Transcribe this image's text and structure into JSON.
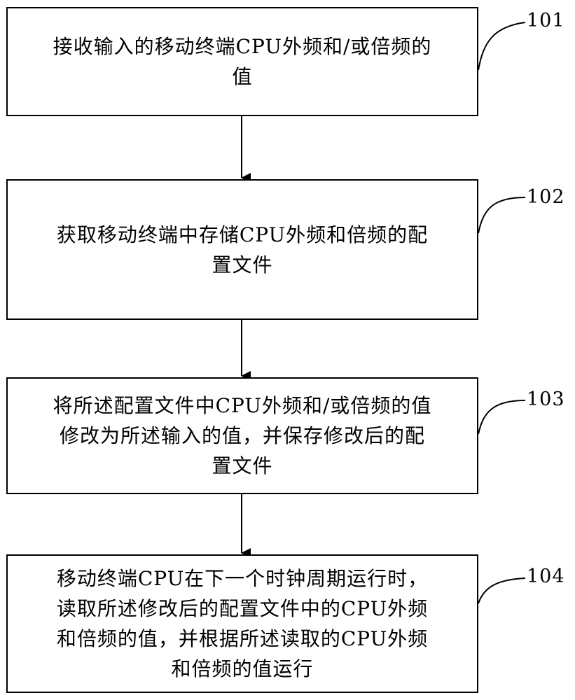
{
  "steps": [
    {
      "id": "101",
      "lines": [
        "接收输入的移动终端CPU外频和/或倍频的",
        "值"
      ]
    },
    {
      "id": "102",
      "lines": [
        "获取移动终端中存储CPU外频和倍频的配",
        "置文件"
      ]
    },
    {
      "id": "103",
      "lines": [
        "将所述配置文件中CPU外频和/或倍频的值",
        "修改为所述输入的值，并保存修改后的配",
        "置文件"
      ]
    },
    {
      "id": "104",
      "lines": [
        "移动终端CPU在下一个时钟周期运行时，",
        "读取所述修改后的配置文件中的CPU外频",
        "和倍频的值，并根据所述读取的CPU外频",
        "和倍频的值运行"
      ]
    }
  ]
}
